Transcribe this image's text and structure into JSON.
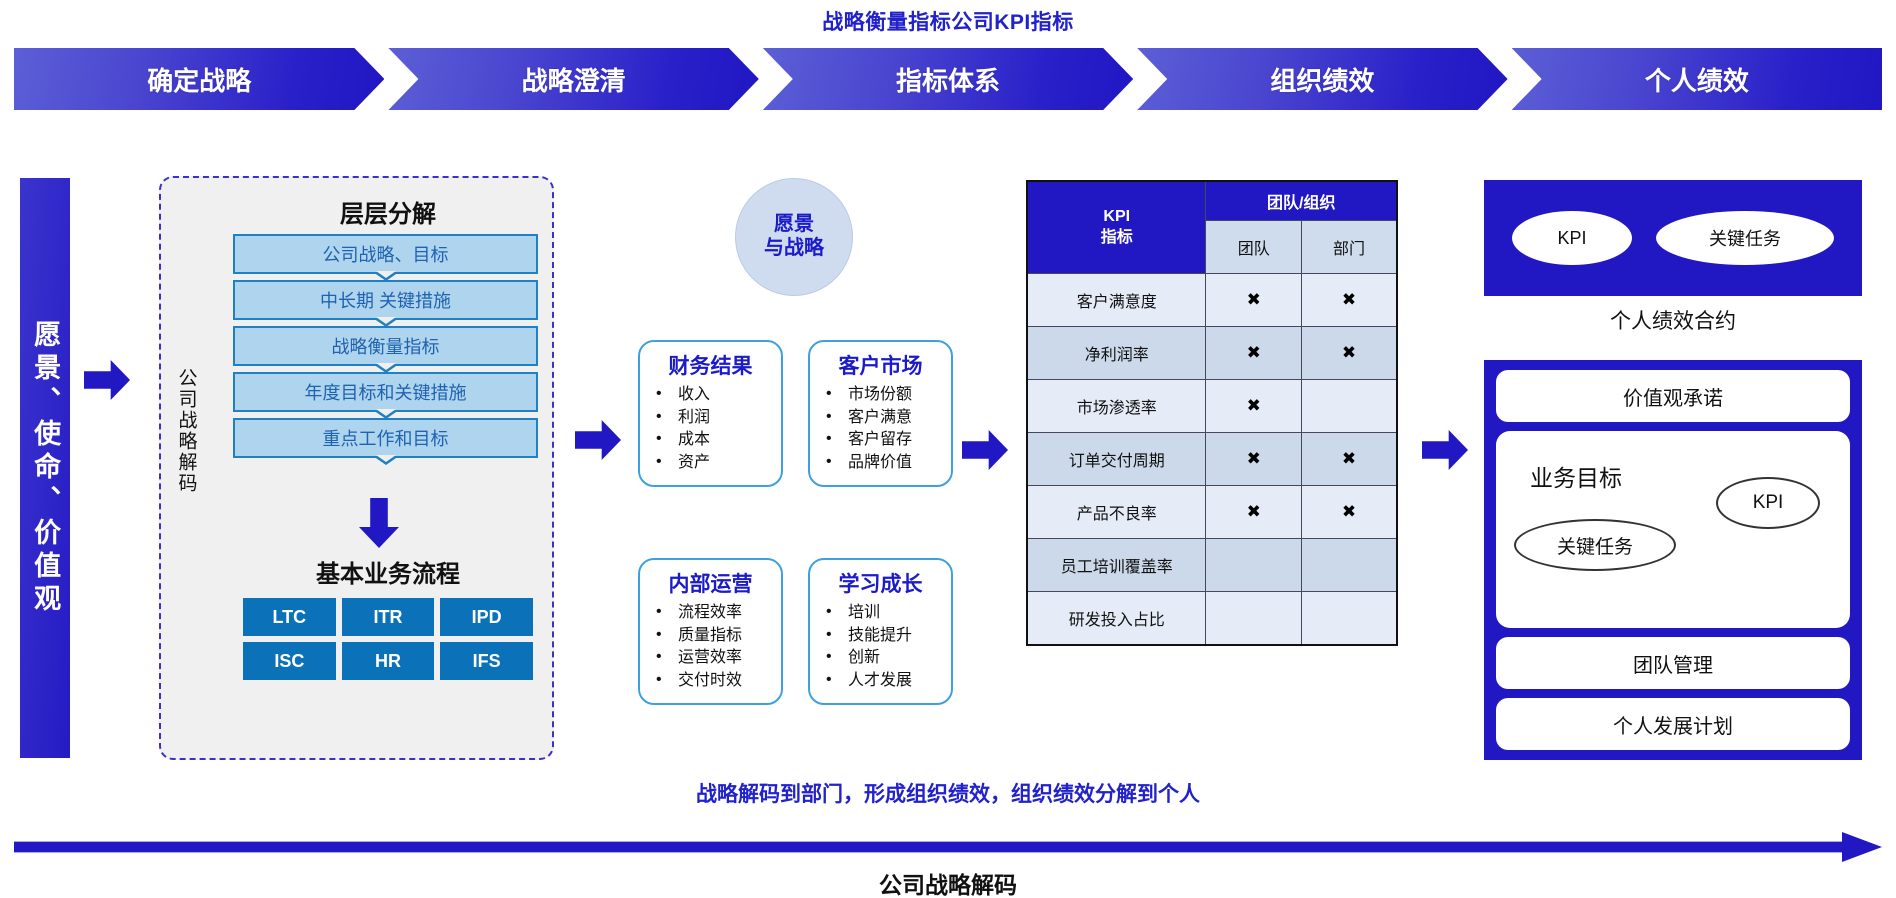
{
  "title": "战略衡量指标公司KPI指标",
  "banner": {
    "steps": [
      {
        "label": "确定战略"
      },
      {
        "label": "战略澄清"
      },
      {
        "label": "指标体系"
      },
      {
        "label": "组织绩效"
      },
      {
        "label": "个人绩效"
      }
    ]
  },
  "vision_bar": {
    "label": "愿景、使命、价值观"
  },
  "decode": {
    "side_label": "公司战略解码",
    "title": "层层分解",
    "steps": [
      "公司战略、目标",
      "中长期 关键措施",
      "战略衡量指标",
      "年度目标和关键措施",
      "重点工作和目标"
    ],
    "flow_title": "基本业务流程",
    "tiles": [
      "LTC",
      "ITR",
      "IPD",
      "ISC",
      "HR",
      "IFS"
    ]
  },
  "bsc": {
    "center": "愿景\n与战略",
    "center_line1": "愿景",
    "center_line2": "与战略",
    "cards": [
      {
        "title": "财务结果",
        "items": [
          "收入",
          "利润",
          "成本",
          "资产"
        ]
      },
      {
        "title": "客户市场",
        "items": [
          "市场份额",
          "客户满意",
          "客户留存",
          "品牌价值"
        ]
      },
      {
        "title": "内部运营",
        "items": [
          "流程效率",
          "质量指标",
          "运营效率",
          "交付时效"
        ]
      },
      {
        "title": "学习成长",
        "items": [
          "培训",
          "技能提升",
          "创新",
          "人才发展"
        ]
      }
    ]
  },
  "kpi_table": {
    "col_kpi_line1": "KPI",
    "col_kpi_line2": "指标",
    "group_header": "团队/组织",
    "sub_headers": [
      "团队",
      "部门"
    ],
    "mark": "✖",
    "rows": [
      {
        "name": "客户满意度",
        "team": true,
        "dept": true
      },
      {
        "name": "净利润率",
        "team": true,
        "dept": true
      },
      {
        "name": "市场渗透率",
        "team": true,
        "dept": false
      },
      {
        "name": "订单交付周期",
        "team": true,
        "dept": true
      },
      {
        "name": "产品不良率",
        "team": true,
        "dept": true
      },
      {
        "name": "员工培训覆盖率",
        "team": false,
        "dept": false
      },
      {
        "name": "研发投入占比",
        "team": false,
        "dept": false
      }
    ]
  },
  "right_panel": {
    "head_ovals": [
      "KPI",
      "关键任务"
    ],
    "caption": "个人绩效合约",
    "items_top": "价值观承诺",
    "goal_label": "业务目标",
    "goal_oval_kpi": "KPI",
    "goal_oval_task": "关键任务",
    "items_bottom": [
      "团队管理",
      "个人发展计划"
    ]
  },
  "bottom": {
    "note": "战略解码到部门，形成组织绩效，组织绩效分解到个人",
    "label": "公司战略解码"
  },
  "colors": {
    "deep_blue": "#2118c4",
    "tile_blue": "#0b72b9",
    "step_fill": "#aed4ee",
    "row_odd": "#e6ecf7",
    "row_even": "#ccd9ea"
  }
}
